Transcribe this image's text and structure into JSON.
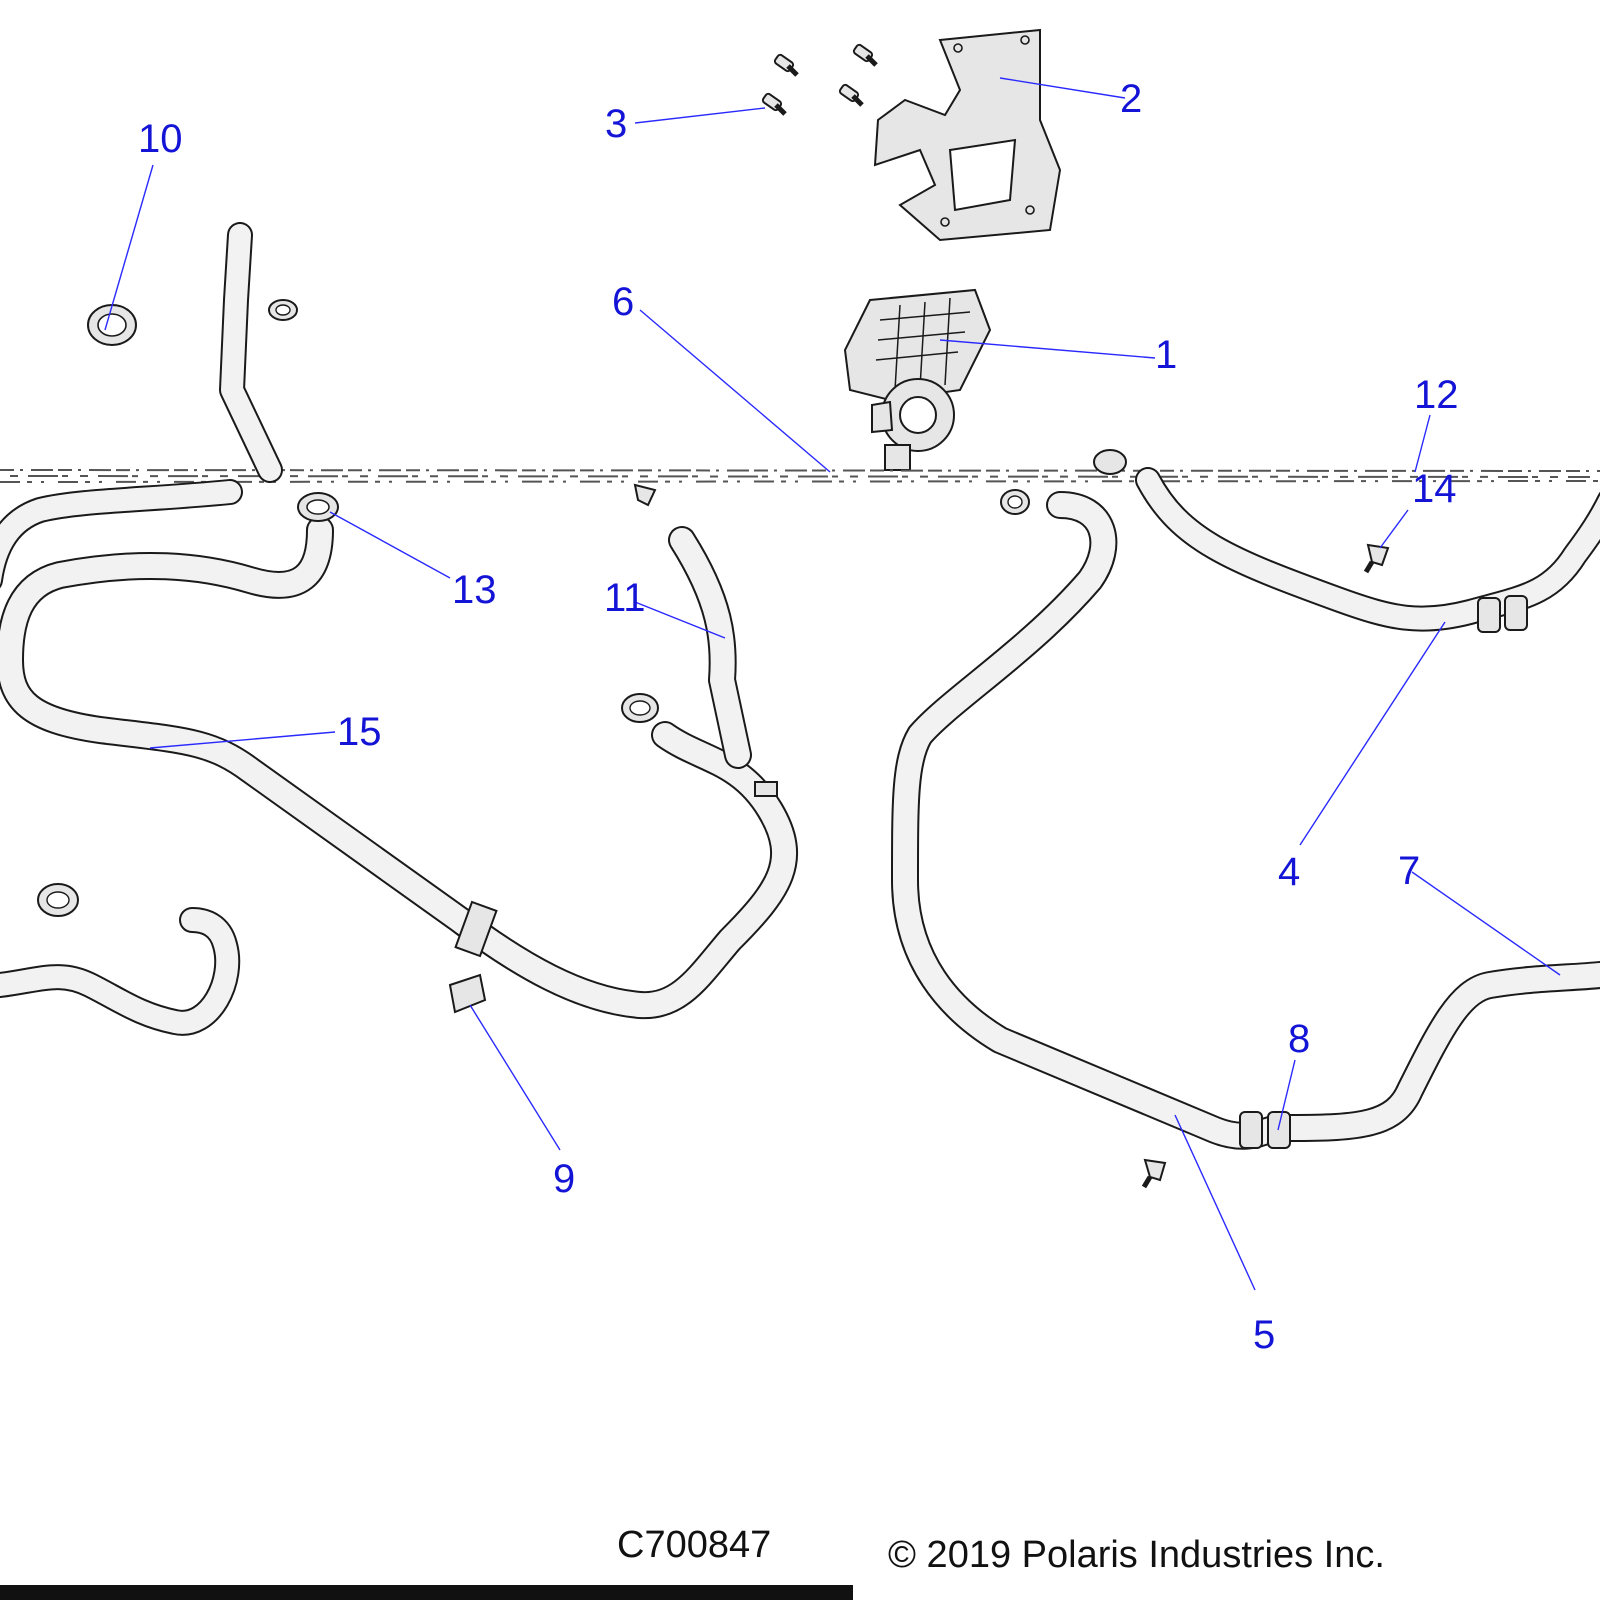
{
  "diagram": {
    "callouts": [
      {
        "label": "1"
      },
      {
        "label": "2"
      },
      {
        "label": "3"
      },
      {
        "label": "4"
      },
      {
        "label": "5"
      },
      {
        "label": "6"
      },
      {
        "label": "7"
      },
      {
        "label": "8"
      },
      {
        "label": "9"
      },
      {
        "label": "10"
      },
      {
        "label": "11"
      },
      {
        "label": "12"
      },
      {
        "label": "13"
      },
      {
        "label": "14"
      },
      {
        "label": "15"
      }
    ],
    "drawing_number": "C700847",
    "copyright": "© 2019 Polaris Industries Inc."
  }
}
